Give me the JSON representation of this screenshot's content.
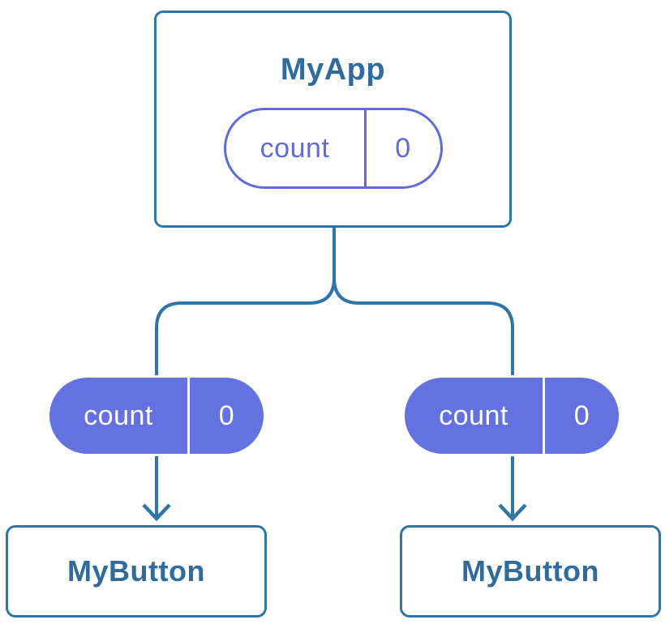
{
  "tree": {
    "root": {
      "label": "MyApp",
      "state": {
        "name": "count",
        "value": "0",
        "variant": "outline"
      }
    },
    "children": [
      {
        "label": "MyButton",
        "state": {
          "name": "count",
          "value": "0",
          "variant": "filled"
        }
      },
      {
        "label": "MyButton",
        "state": {
          "name": "count",
          "value": "0",
          "variant": "filled"
        }
      }
    ]
  },
  "colors": {
    "line_blue": "#2F76A8",
    "text_blue": "#2F6B9D",
    "purple": "#5F6ADC",
    "purple_fill": "#6471E0",
    "card_bg": "#FFFFFF"
  }
}
